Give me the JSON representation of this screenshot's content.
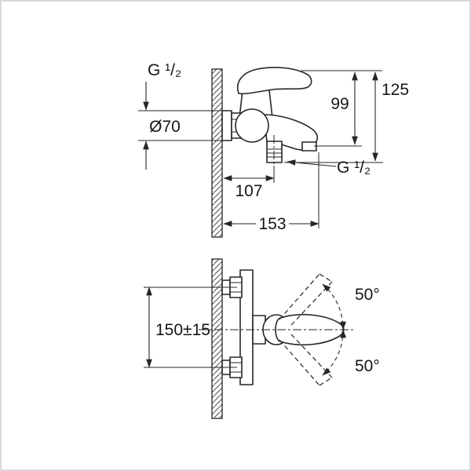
{
  "image": {
    "background": "#ffffff",
    "border_color": "#d9d9d9",
    "line_color": "#262626"
  },
  "top_view": {
    "inlet_thread": "G ¹/₂",
    "escutcheon_diameter": "Ø70",
    "spout_height": "99",
    "total_height": "125",
    "outlet_distance": "107",
    "outlet_thread": "G ¹/₂",
    "total_depth": "153"
  },
  "bottom_view": {
    "connection_distance": "150±15",
    "handle_swing_up": "50°",
    "handle_swing_down": "50°"
  }
}
